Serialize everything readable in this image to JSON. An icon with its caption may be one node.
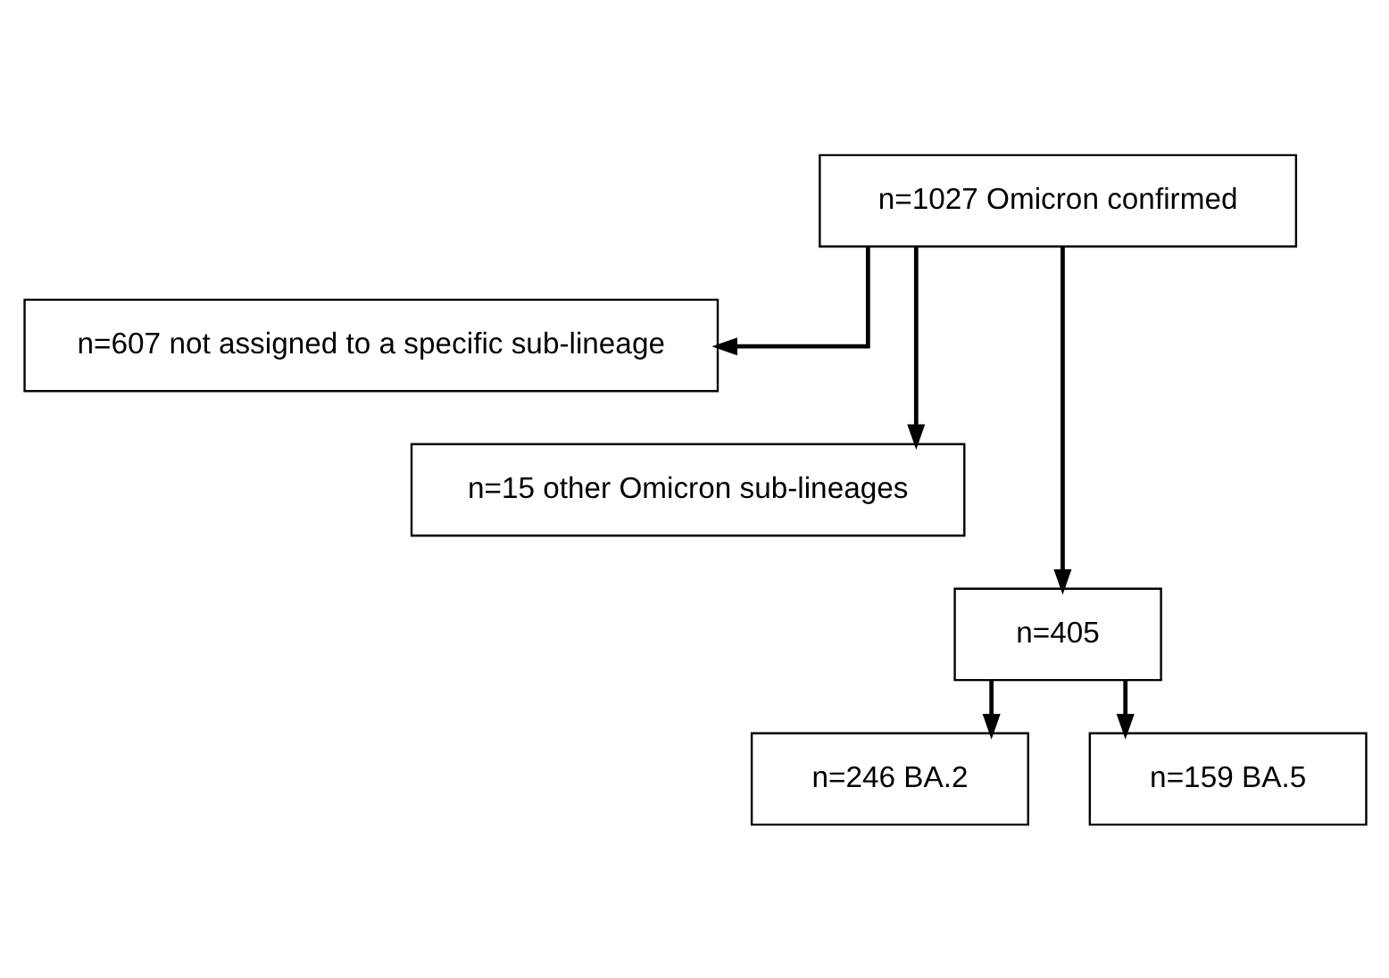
{
  "diagram": {
    "nodes": [
      {
        "text": [
          "n=1027 Omicron confirmed"
        ]
      },
      {
        "text": [
          "n=607 not assigned to a specific sub-lineage"
        ]
      },
      {
        "text": [
          "n=15 other Omicron sub-lineages"
        ]
      },
      {
        "text": [
          "n=405"
        ]
      },
      {
        "text": [
          "n=246 BA.2"
        ]
      },
      {
        "text": [
          "n=159 BA.5"
        ]
      }
    ],
    "edges": [
      {
        "from": 0,
        "to": 1,
        "arrow": "to"
      },
      {
        "from": 0,
        "to": 2,
        "arrow": "to"
      },
      {
        "from": 0,
        "to": 3,
        "arrow": "to"
      },
      {
        "from": 3,
        "to": 4,
        "arrow": "to"
      },
      {
        "from": 3,
        "to": 5,
        "arrow": "to"
      }
    ]
  }
}
